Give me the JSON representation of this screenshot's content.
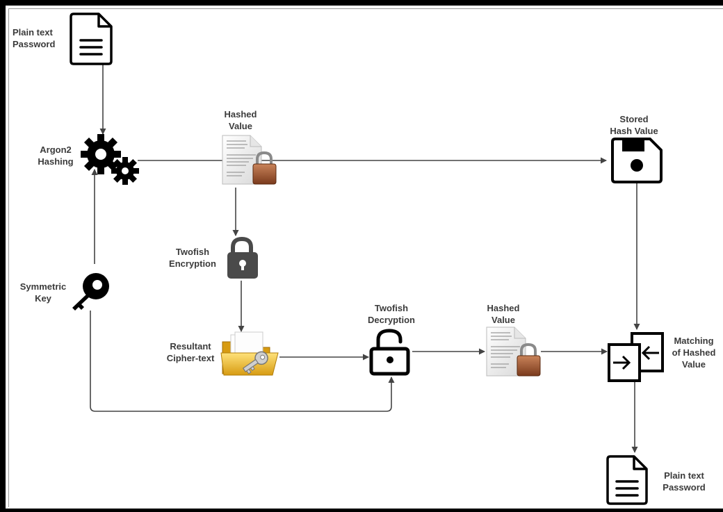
{
  "nodes": {
    "plain_text_password_top": "Plain text\nPassword",
    "argon2_hashing": "Argon2\nHashing",
    "hashed_value_top": "Hashed\nValue",
    "stored_hash_value": "Stored\nHash Value",
    "twofish_encryption": "Twofish\nEncryption",
    "symmetric_key": "Symmetric\nKey",
    "resultant_cipher_text": "Resultant\nCipher-text",
    "twofish_decryption": "Twofish\nDecryption",
    "hashed_value_bottom": "Hashed\nValue",
    "matching_of_hashed_value": "Matching\nof Hashed\nValue",
    "plain_text_password_bottom": "Plain text\nPassword"
  },
  "icons": {
    "plain_text_password_top": "document-icon",
    "argon2_hashing": "gears-icon",
    "hashed_value_top": "locked-document-icon",
    "stored_hash_value": "floppy-disk-icon",
    "twofish_encryption": "padlock-closed-icon",
    "symmetric_key": "key-icon",
    "resultant_cipher_text": "folder-key-icon",
    "twofish_decryption": "padlock-open-icon",
    "hashed_value_bottom": "locked-document-icon",
    "matching_of_hashed_value": "compare-arrows-icon",
    "plain_text_password_bottom": "document-icon"
  },
  "edges": [
    {
      "from": "plain_text_password_top",
      "to": "argon2_hashing"
    },
    {
      "from": "argon2_hashing",
      "to": "stored_hash_value"
    },
    {
      "from": "hashed_value_top",
      "to": "twofish_encryption"
    },
    {
      "from": "twofish_encryption",
      "to": "resultant_cipher_text"
    },
    {
      "from": "symmetric_key",
      "to": "argon2_hashing"
    },
    {
      "from": "symmetric_key",
      "to": "twofish_decryption"
    },
    {
      "from": "resultant_cipher_text",
      "to": "twofish_decryption"
    },
    {
      "from": "twofish_decryption",
      "to": "hashed_value_bottom"
    },
    {
      "from": "hashed_value_bottom",
      "to": "matching_of_hashed_value"
    },
    {
      "from": "stored_hash_value",
      "to": "matching_of_hashed_value"
    },
    {
      "from": "matching_of_hashed_value",
      "to": "plain_text_password_bottom"
    }
  ],
  "colors": {
    "edge": "#444444",
    "icon": "#000000",
    "label": "#3b3b3b",
    "padlock_body": "#4a4a4a",
    "folder": "#f2c23a",
    "lock_brown": "#a0522d"
  }
}
